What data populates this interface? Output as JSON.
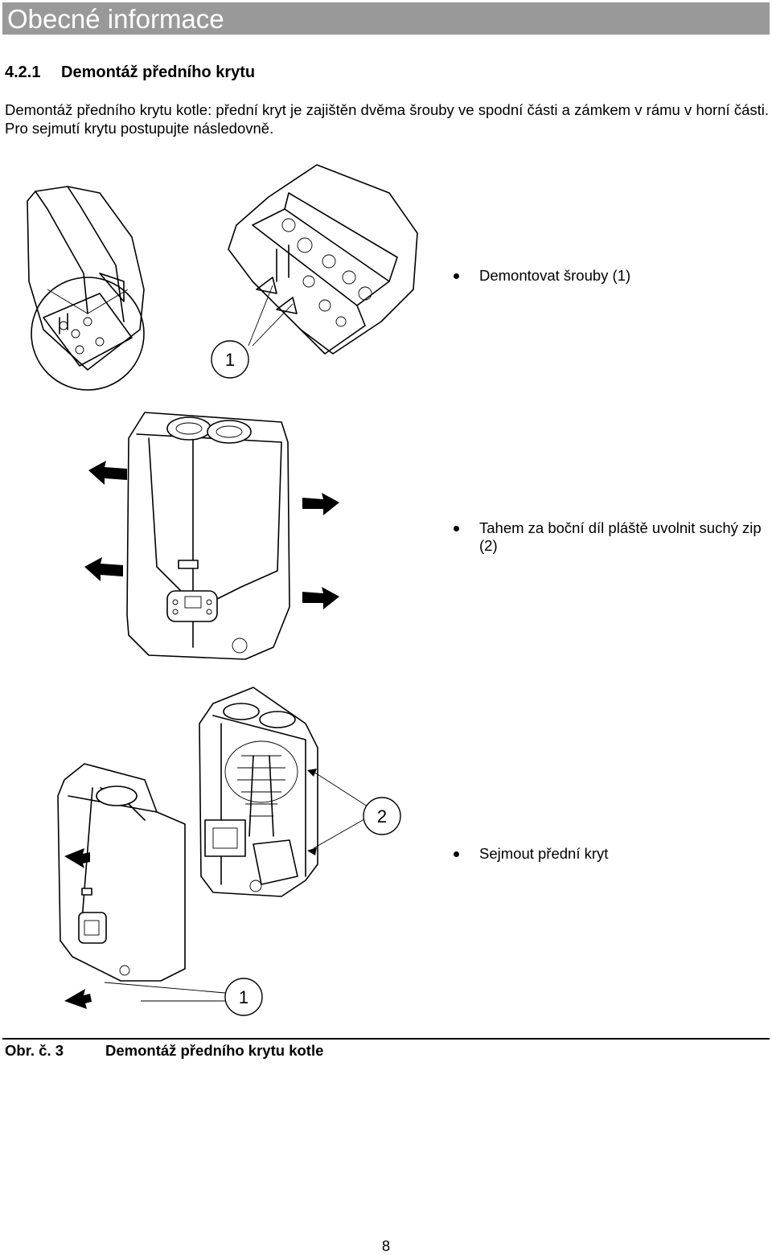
{
  "header": {
    "title": "Obecné informace"
  },
  "section": {
    "number": "4.2.1",
    "title": "Demontáž předního krytu"
  },
  "intro": "Demontáž předního krytu kotle: přední kryt je zajištěn dvěma šrouby ve spodní části a zámkem v rámu v horní části. Pro sejmutí krytu postupujte následovně.",
  "steps": [
    {
      "text": "Demontovat šrouby (1)"
    },
    {
      "text": "Tahem za boční díl pláště uvolnit suchý zip (2)"
    },
    {
      "text": "Sejmout přední kryt"
    }
  ],
  "callouts": {
    "screws": "1",
    "zip": "2",
    "screws_bottom": "1"
  },
  "figure": {
    "label": "Obr. č. 3",
    "caption": "Demontáž předního krytu kotle"
  },
  "page_number": "8"
}
